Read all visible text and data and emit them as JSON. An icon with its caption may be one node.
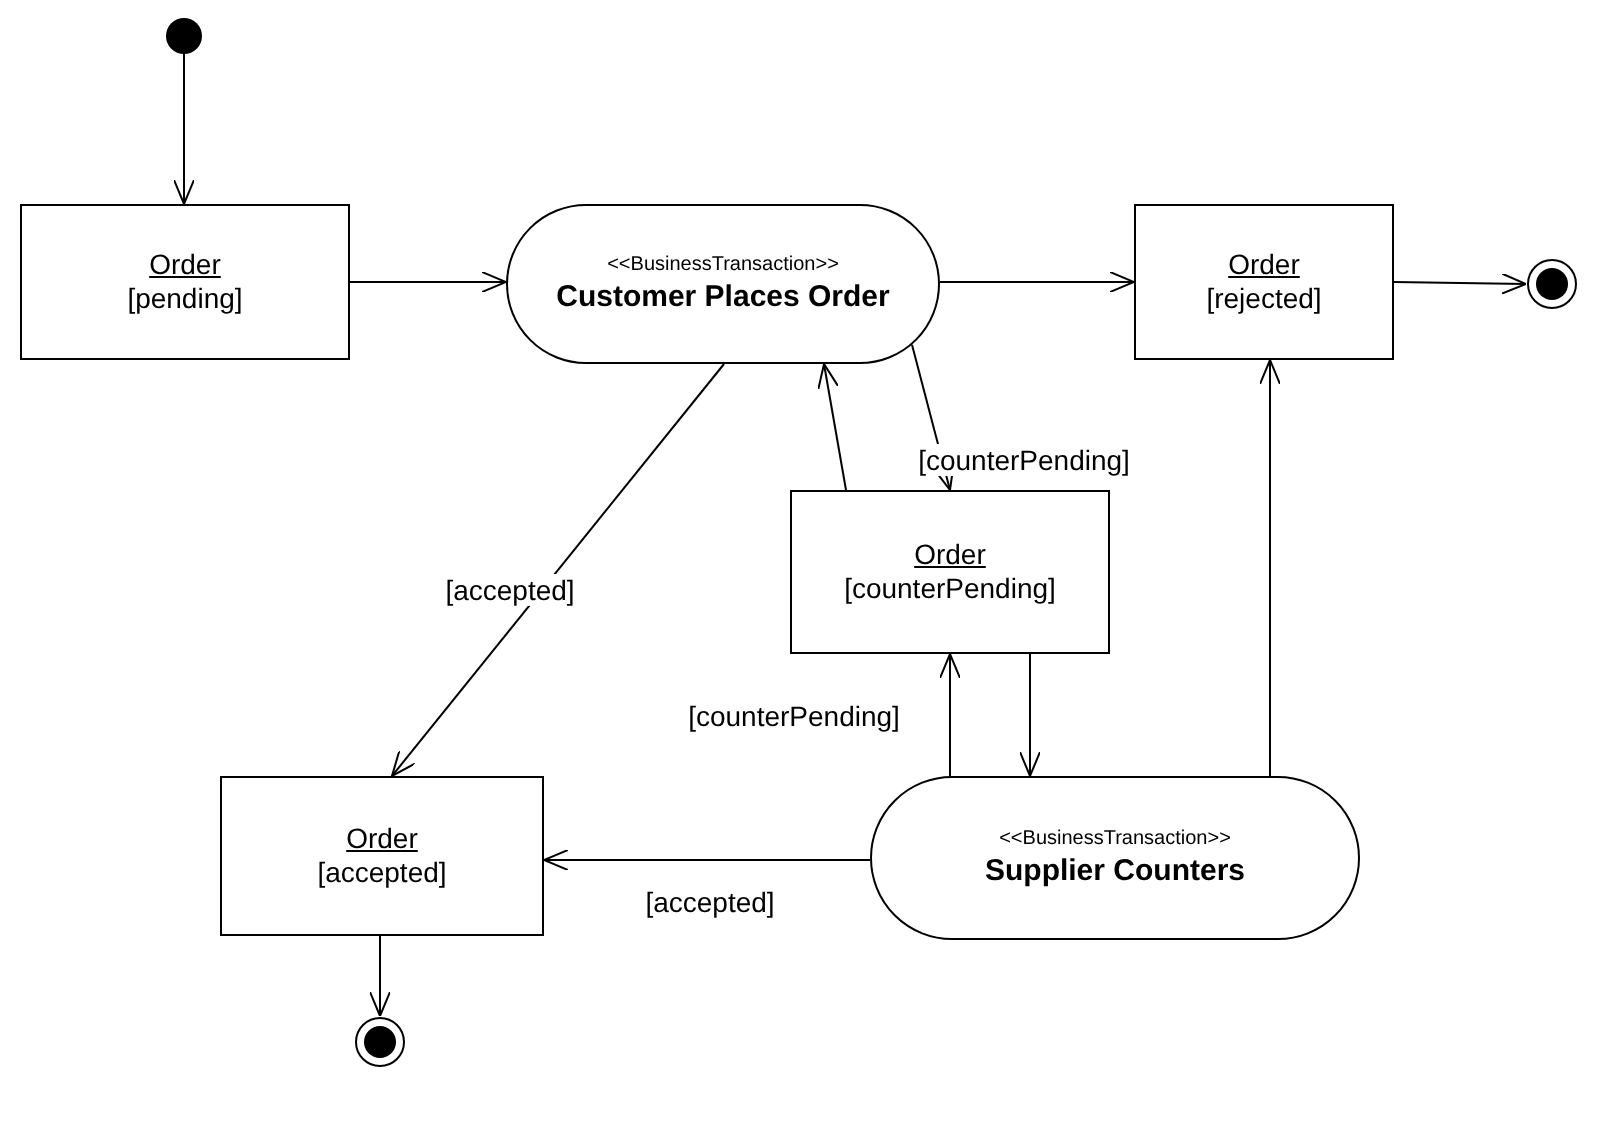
{
  "diagram": {
    "nodes": [
      {
        "text": [],
        "shape": "circle"
      },
      {
        "text": [
          "Order",
          "[pending]"
        ]
      },
      {
        "text": [
          "<<BusinessTransaction>>",
          "Customer Places Order"
        ]
      },
      {
        "text": [
          "Order",
          "[rejected]"
        ]
      },
      {
        "text": [],
        "shape": "circle"
      },
      {
        "text": [
          "Order",
          "[counterPending]"
        ]
      },
      {
        "text": [
          "Order",
          "[accepted]"
        ]
      },
      {
        "text": [
          "<<BusinessTransaction>>",
          "Supplier Counters"
        ]
      },
      {
        "text": [],
        "shape": "circle"
      }
    ],
    "edges": [
      {
        "from": 0,
        "to": 1,
        "arrow": "to"
      },
      {
        "from": 1,
        "to": 2,
        "arrow": "to"
      },
      {
        "from": 2,
        "to": 3,
        "arrow": "to"
      },
      {
        "from": 3,
        "to": 4,
        "arrow": "to"
      },
      {
        "from": 2,
        "to": 5,
        "arrow": "to",
        "label": "[counterPending]"
      },
      {
        "from": 5,
        "to": 2,
        "arrow": "to"
      },
      {
        "from": 2,
        "to": 6,
        "arrow": "to",
        "label": "[accepted]"
      },
      {
        "from": 7,
        "to": 5,
        "arrow": "to",
        "label": "[counterPending]"
      },
      {
        "from": 5,
        "to": 7,
        "arrow": "to"
      },
      {
        "from": 7,
        "to": 3,
        "arrow": "to"
      },
      {
        "from": 7,
        "to": 6,
        "arrow": "to",
        "label": "[accepted]"
      },
      {
        "from": 6,
        "to": 8,
        "arrow": "to"
      }
    ]
  }
}
